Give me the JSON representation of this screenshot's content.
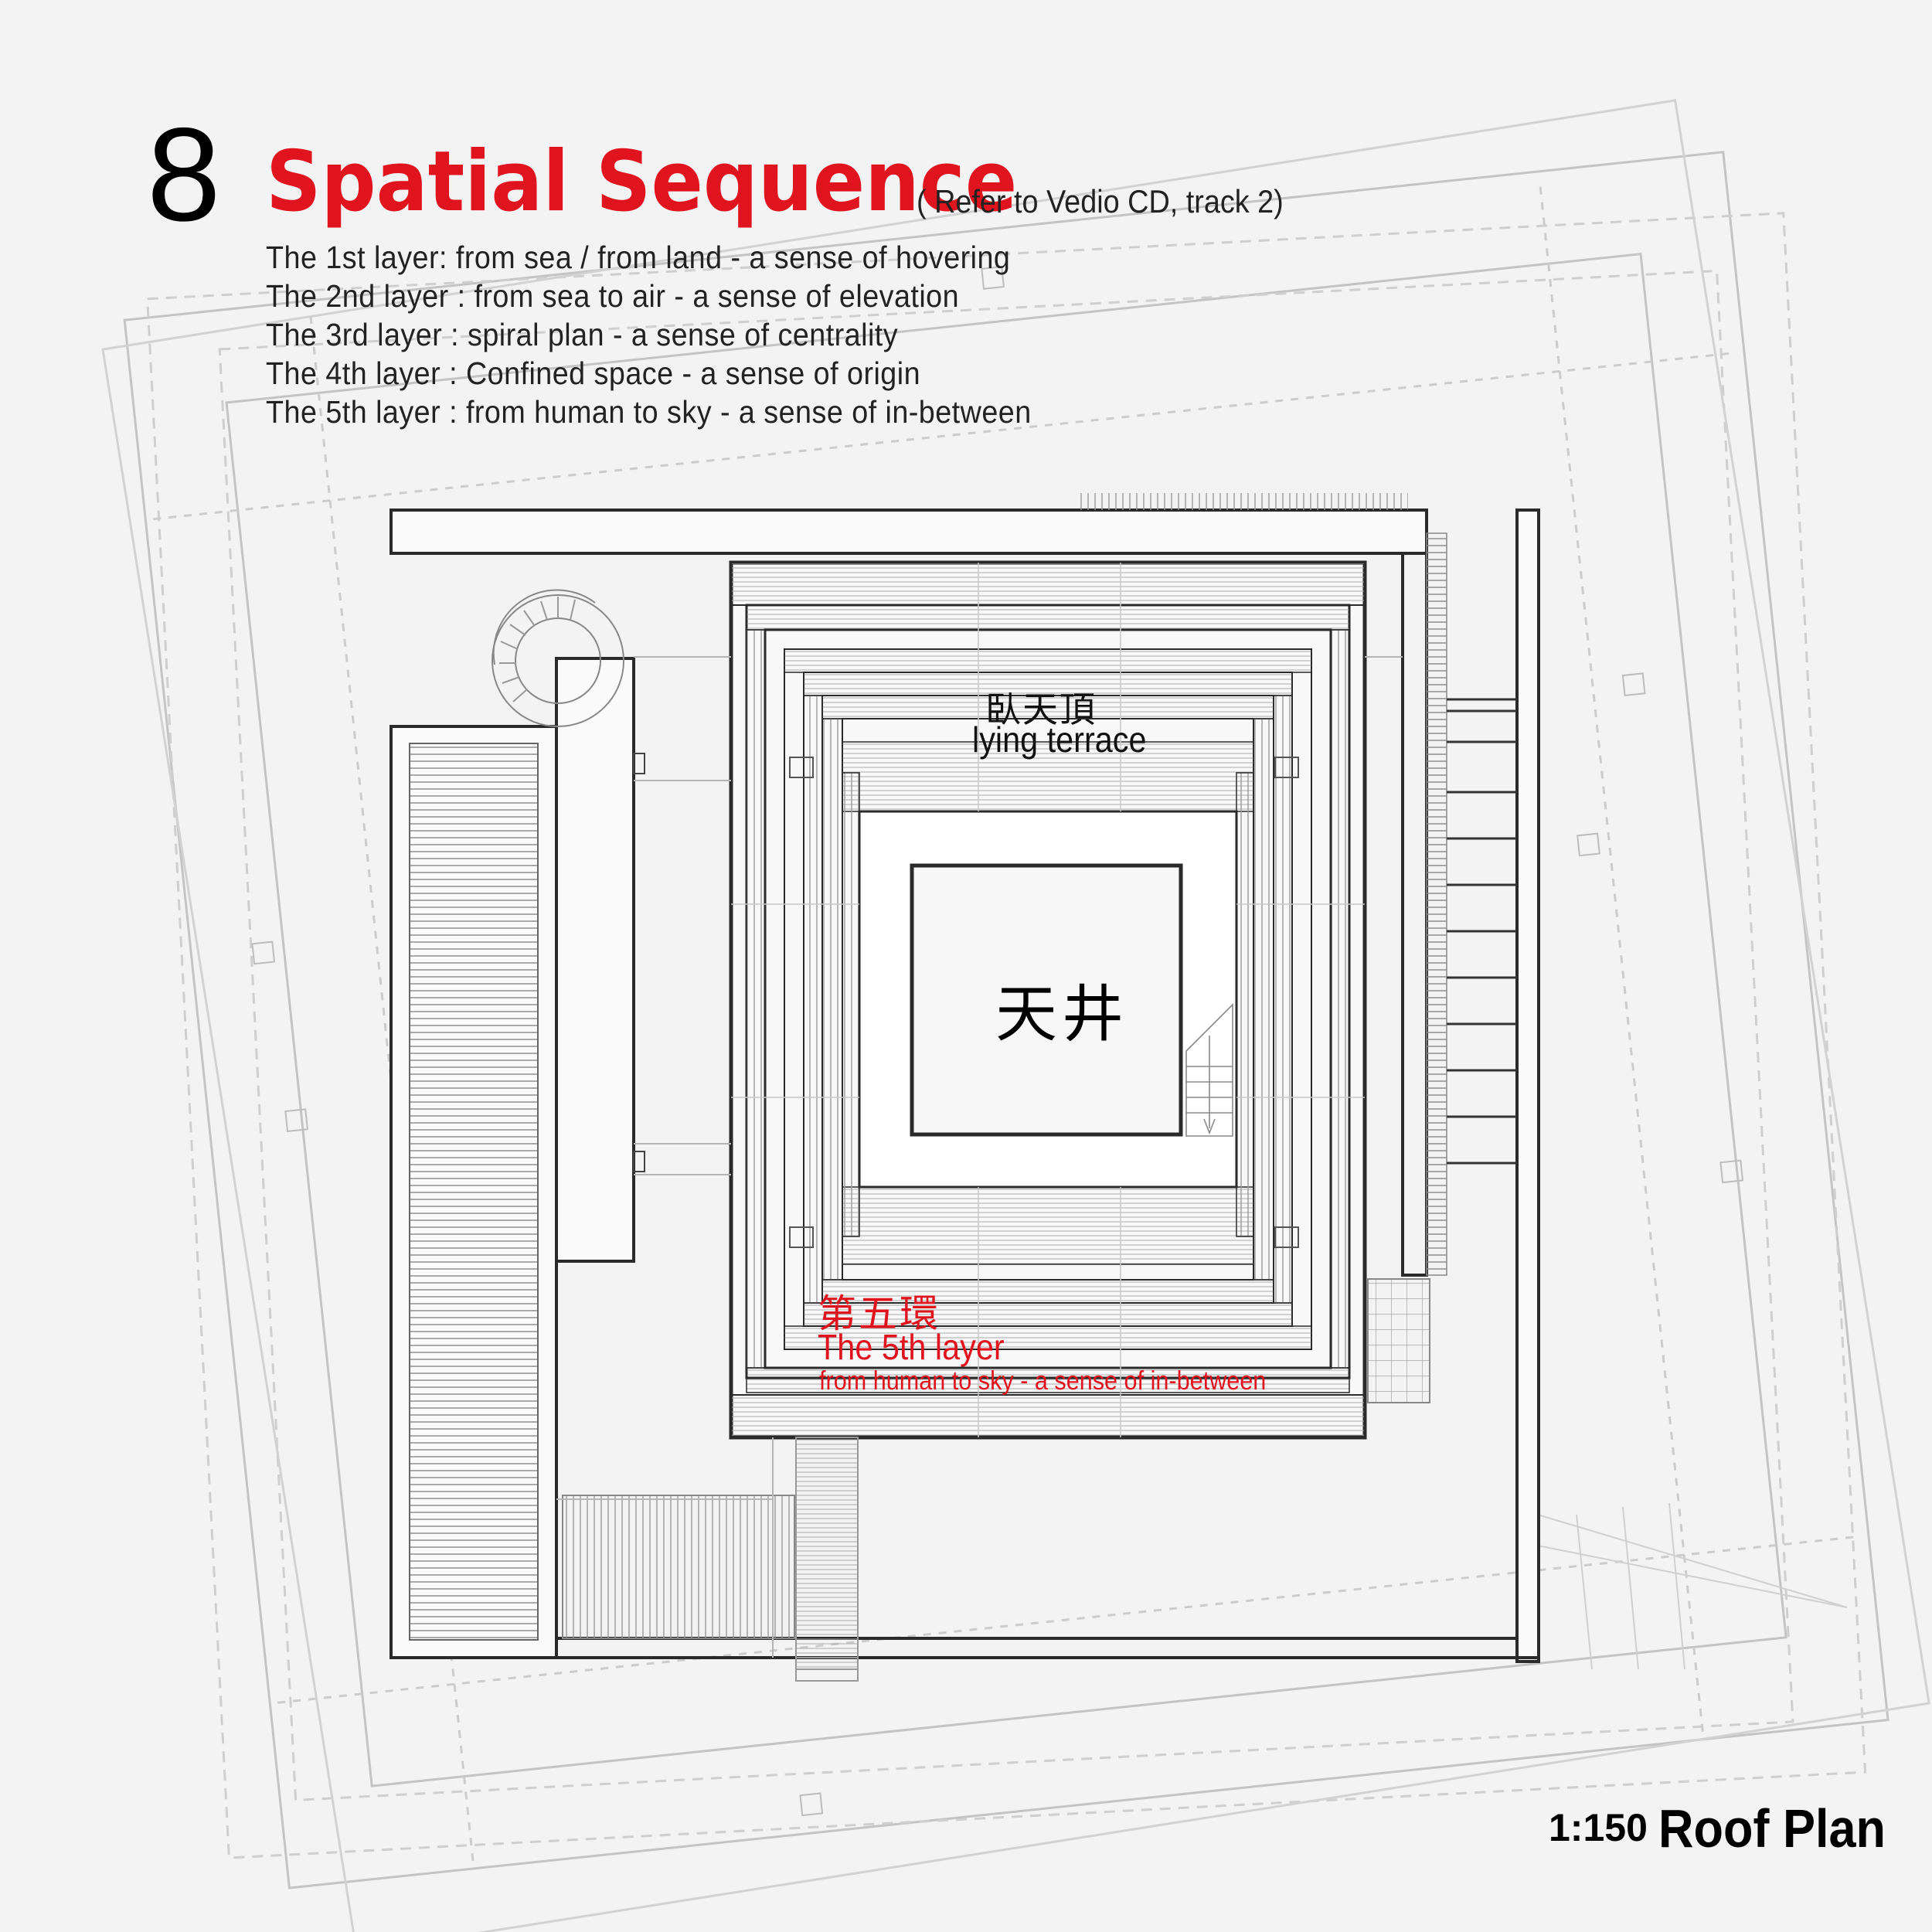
{
  "header": {
    "sheet_number": "8",
    "title": "Spatial Sequence",
    "subnote": "( Refer to Vedio CD, track 2)"
  },
  "layers": [
    "The 1st layer: from sea / from land - a  sense of hovering",
    "The 2nd layer : from sea to air - a  sense of elevation",
    "The 3rd layer : spiral plan - a  sense of centrality",
    "The 4th layer : Confined space - a  sense of origin",
    "The 5th layer : from human to sky - a  sense of in-between"
  ],
  "labels": {
    "lying_terrace_cn": "臥天頂",
    "lying_terrace_en": "lying terrace",
    "courtyard_cn": "天井",
    "fifth_layer_cn": "第五環",
    "fifth_layer_en": "The 5th layer",
    "fifth_layer_desc": "from human to sky - a  sense of in-between"
  },
  "footer": {
    "scale": "1:150",
    "plan_title": "Roof Plan"
  },
  "colors": {
    "accent": "#e0141e",
    "line": "#2a2a2a",
    "faint_line": "#b8b8b8",
    "background": "#f3f3f3"
  }
}
